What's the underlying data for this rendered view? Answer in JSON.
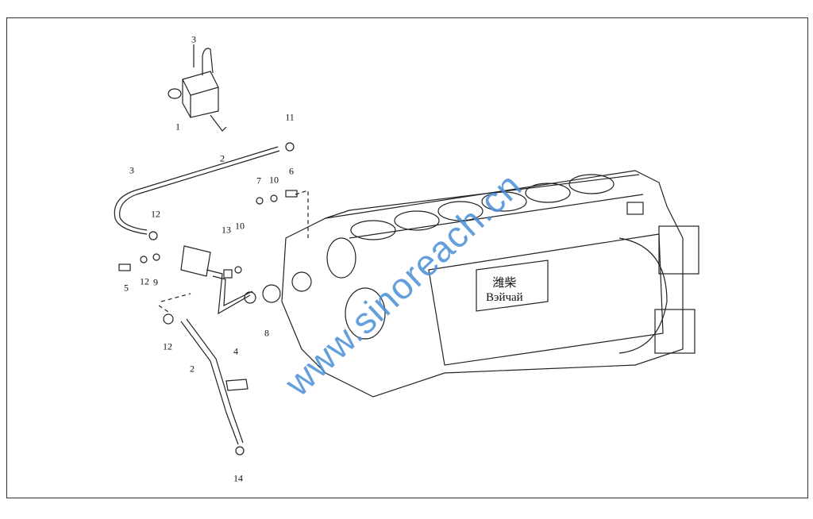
{
  "diagram": {
    "nameplate": {
      "chinese": "潍柴",
      "russian": "Вэйчай"
    },
    "watermark": "www.sinoreach.cn",
    "callouts": [
      "3",
      "1",
      "2",
      "11",
      "3",
      "7",
      "10",
      "6",
      "12",
      "13",
      "10",
      "5",
      "12",
      "9",
      "8",
      "12",
      "2",
      "4",
      "14"
    ]
  }
}
